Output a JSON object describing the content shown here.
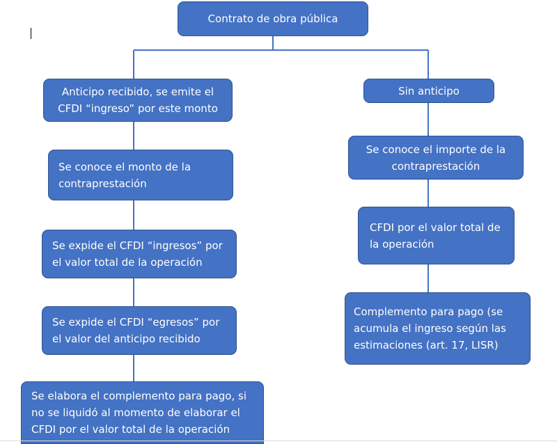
{
  "diagram": {
    "root": {
      "text": "Contrato de obra pública"
    },
    "left_branch": [
      {
        "text": "Anticipo recibido, se emite el CFDI “ingreso” por este monto"
      },
      {
        "text": "Se conoce el monto de la contraprestación"
      },
      {
        "text": "Se expide el CFDI “ingresos” por el valor total de la operación"
      },
      {
        "text": "Se expide el CFDI “egresos” por el valor del anticipo recibido"
      },
      {
        "text": "Se elabora el complemento para pago, si no se liquidó al momento de elaborar el CFDI por el valor total de la operación"
      }
    ],
    "right_branch": [
      {
        "text": "Sin anticipo"
      },
      {
        "text": "Se conoce el importe de la contraprestación"
      },
      {
        "text": "CFDI por el valor total de la operación"
      },
      {
        "text": "Complemento para pago (se acumula el ingreso según las estimaciones (art. 17, LISR)"
      }
    ],
    "colors": {
      "box_fill": "#4472c4",
      "box_border": "#2f528f",
      "connector": "#4472c4",
      "text": "#ffffff"
    }
  }
}
